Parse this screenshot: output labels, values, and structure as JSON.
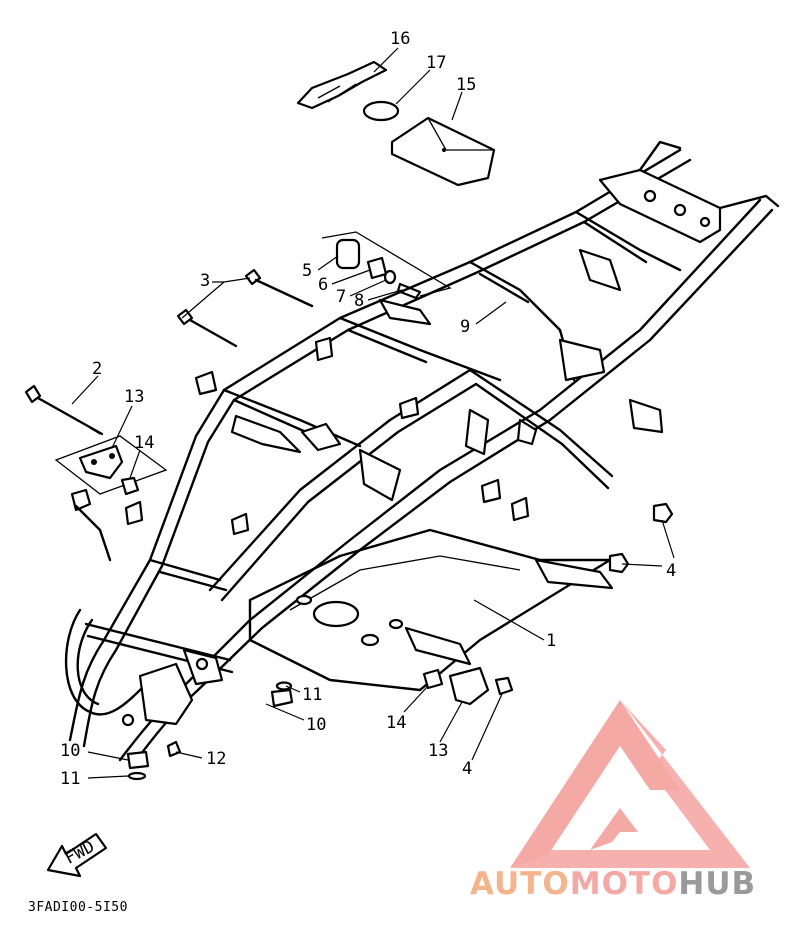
{
  "diagram": {
    "part_code": "3FADI00-5I50",
    "fwd_label": "FWD",
    "callouts": [
      {
        "id": "c16",
        "text": "16"
      },
      {
        "id": "c17",
        "text": "17"
      },
      {
        "id": "c15",
        "text": "15"
      },
      {
        "id": "c5",
        "text": "5"
      },
      {
        "id": "c6",
        "text": "6"
      },
      {
        "id": "c7",
        "text": "7"
      },
      {
        "id": "c8",
        "text": "8"
      },
      {
        "id": "c3",
        "text": "3"
      },
      {
        "id": "c9",
        "text": "9"
      },
      {
        "id": "c2",
        "text": "2"
      },
      {
        "id": "c13a",
        "text": "13"
      },
      {
        "id": "c14a",
        "text": "14"
      },
      {
        "id": "c4a",
        "text": "4"
      },
      {
        "id": "c1",
        "text": "1"
      },
      {
        "id": "c11a",
        "text": "11"
      },
      {
        "id": "c10a",
        "text": "10"
      },
      {
        "id": "c14b",
        "text": "14"
      },
      {
        "id": "c13b",
        "text": "13"
      },
      {
        "id": "c4b",
        "text": "4"
      },
      {
        "id": "c10b",
        "text": "10"
      },
      {
        "id": "c12",
        "text": "12"
      },
      {
        "id": "c11b",
        "text": "11"
      }
    ]
  },
  "watermark": {
    "brand_part1": "AUTO",
    "brand_part2": "MOTO",
    "brand_part3": "HUB",
    "color_orange": "#f4b48c",
    "color_red": "#f5a9a5",
    "color_grey": "#9a9a9a"
  }
}
